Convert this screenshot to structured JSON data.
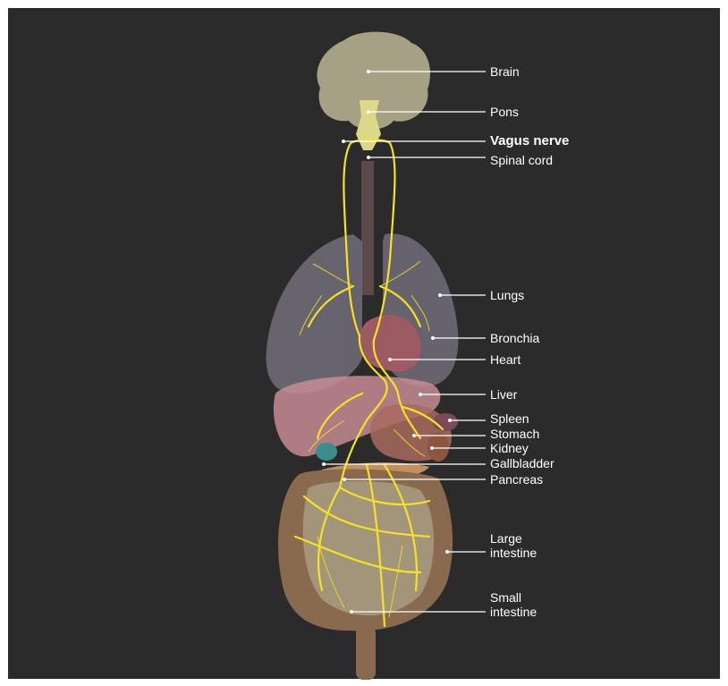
{
  "labels": {
    "brain": "Brain",
    "pons": "Pons",
    "vagus_nerve": "Vagus nerve",
    "spinal_cord": "Spinal cord",
    "lungs": "Lungs",
    "bronchia": "Bronchia",
    "heart": "Heart",
    "liver": "Liver",
    "spleen": "Spleen",
    "stomach": "Stomach",
    "kidney": "Kidney",
    "gallbladder": "Gallbladder",
    "pancreas": "Pancreas",
    "large_intestine": "Large\nintestine",
    "small_intestine": "Small\nintestine"
  },
  "colors": {
    "background": "#2b2b2b",
    "nerve": "#f5e12a",
    "brain": "#a6a184",
    "lungs": "#6e6a76",
    "liver": "#c58c94",
    "intestine": "#8a6a4e",
    "leader_line": "#ffffff"
  }
}
